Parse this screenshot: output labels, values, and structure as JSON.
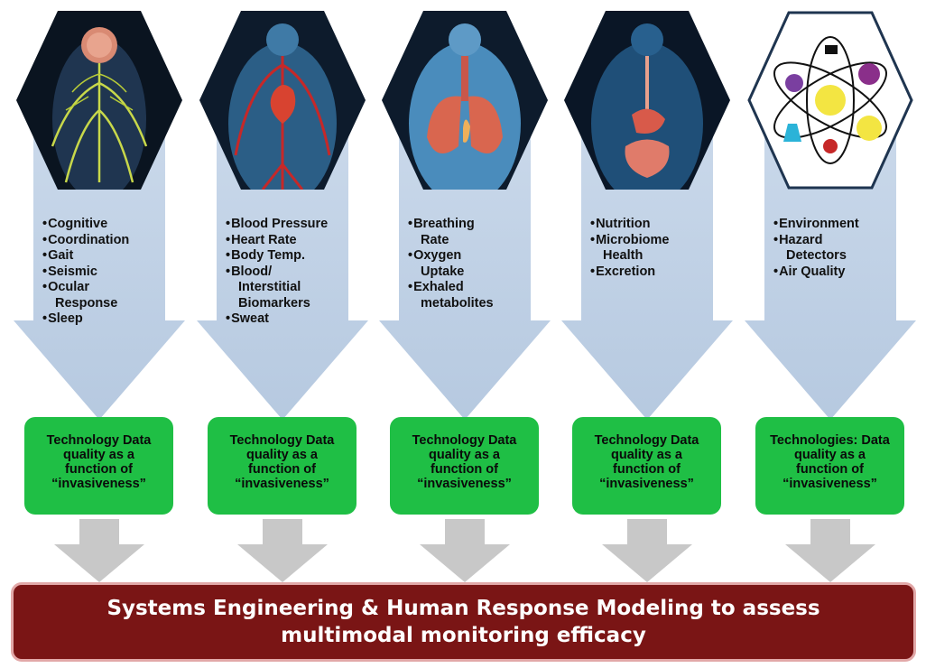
{
  "columns": [
    {
      "id": "nervous",
      "image": "nervous-system-figure",
      "params": [
        "Cognitive",
        "Coordination",
        "Gait",
        "Seismic",
        "Ocular",
        "Response",
        "Sleep"
      ],
      "tech": "Technology Data quality as a function of “invasiveness”"
    },
    {
      "id": "cardio",
      "image": "cardiovascular-figure",
      "params": [
        "Blood Pressure",
        "Heart Rate",
        "Body Temp.",
        "Blood/",
        "Interstitial",
        "Biomarkers",
        "Sweat"
      ],
      "tech": "Technology Data quality as a function of “invasiveness”"
    },
    {
      "id": "respiratory",
      "image": "lungs-figure",
      "params": [
        "Breathing",
        "Rate",
        "Oxygen",
        "Uptake",
        "Exhaled",
        "metabolites"
      ],
      "tech": "Technology Data quality as a function of “invasiveness”"
    },
    {
      "id": "digestive",
      "image": "digestive-figure",
      "params": [
        "Nutrition",
        "Microbiome",
        "Health",
        "Excretion"
      ],
      "tech": "Technology Data quality as a function of “invasiveness”"
    },
    {
      "id": "environment",
      "image": "hazard-atom-icon",
      "params": [
        "Environment",
        "Hazard",
        "Detectors",
        "Air Quality"
      ],
      "tech": "Technologies: Data quality as a function of “invasiveness”"
    }
  ],
  "banner": "Systems Engineering & Human Response Modeling to assess multimodal monitoring efficacy",
  "colors": {
    "arrow": "#c3d3e6",
    "tech_box": "#1fbf45",
    "banner": "#7a1515",
    "down_arrow": "#c8c8c8"
  }
}
